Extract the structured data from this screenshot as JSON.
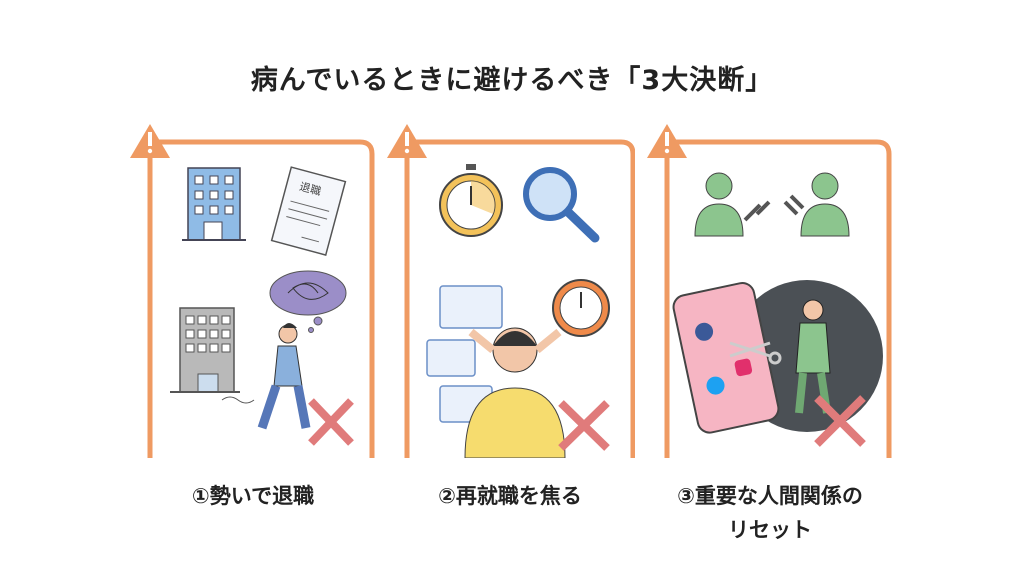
{
  "title": "病んでいるときに避けるべき「3大決断」",
  "accent_color": "#ef9a62",
  "cross_color": "#e07b7b",
  "panels": [
    {
      "caption": "①勢いで退職",
      "document_text": "退職"
    },
    {
      "caption": "②再就職を焦る"
    },
    {
      "caption_line1": "③重要な人間関係の",
      "caption_line2": "リセット"
    }
  ]
}
